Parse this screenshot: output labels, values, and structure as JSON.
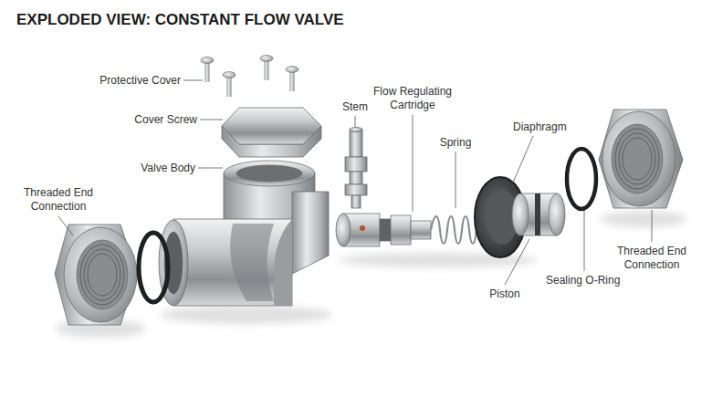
{
  "diagram": {
    "title": "EXPLODED VIEW: CONSTANT FLOW VALVE",
    "labels": [
      "Protective Cover",
      "Cover Screw",
      "Valve Body",
      "Threaded End Connection",
      "Stem",
      "Flow Regulating Cartridge",
      "Spring",
      "Diaphragm",
      "Piston",
      "Sealing O-Ring",
      "Threaded End Connection"
    ]
  }
}
